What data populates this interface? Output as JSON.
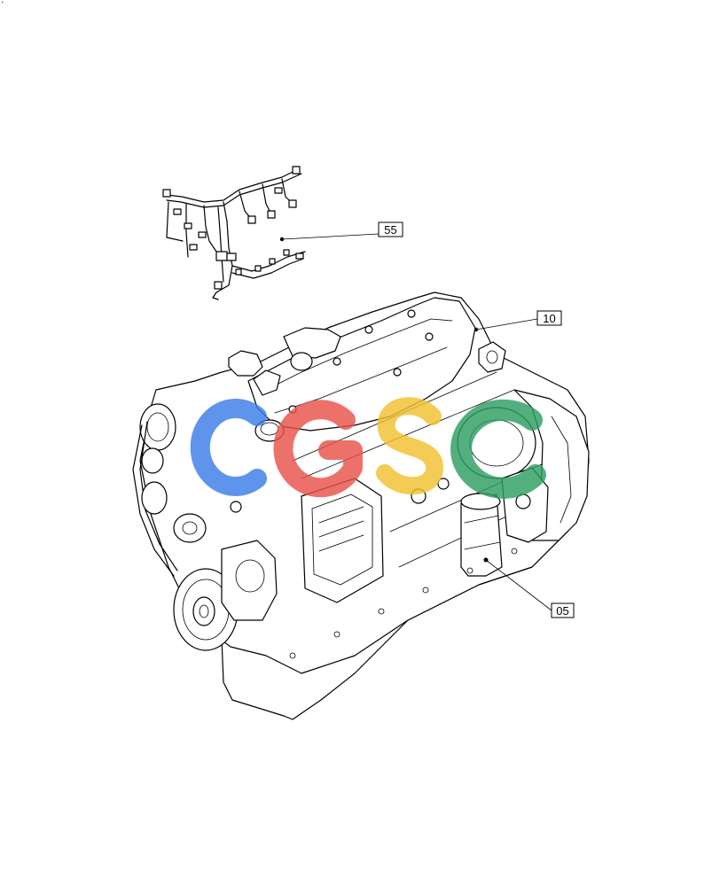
{
  "corner_mark": "'",
  "callouts": [
    {
      "id": "55",
      "label": "55"
    },
    {
      "id": "10",
      "label": "10"
    },
    {
      "id": "05",
      "label": "05"
    }
  ],
  "watermark": {
    "text": "CGSC",
    "colors": [
      "#3b7de8",
      "#e8524a",
      "#f2c230",
      "#2e9e62"
    ]
  }
}
